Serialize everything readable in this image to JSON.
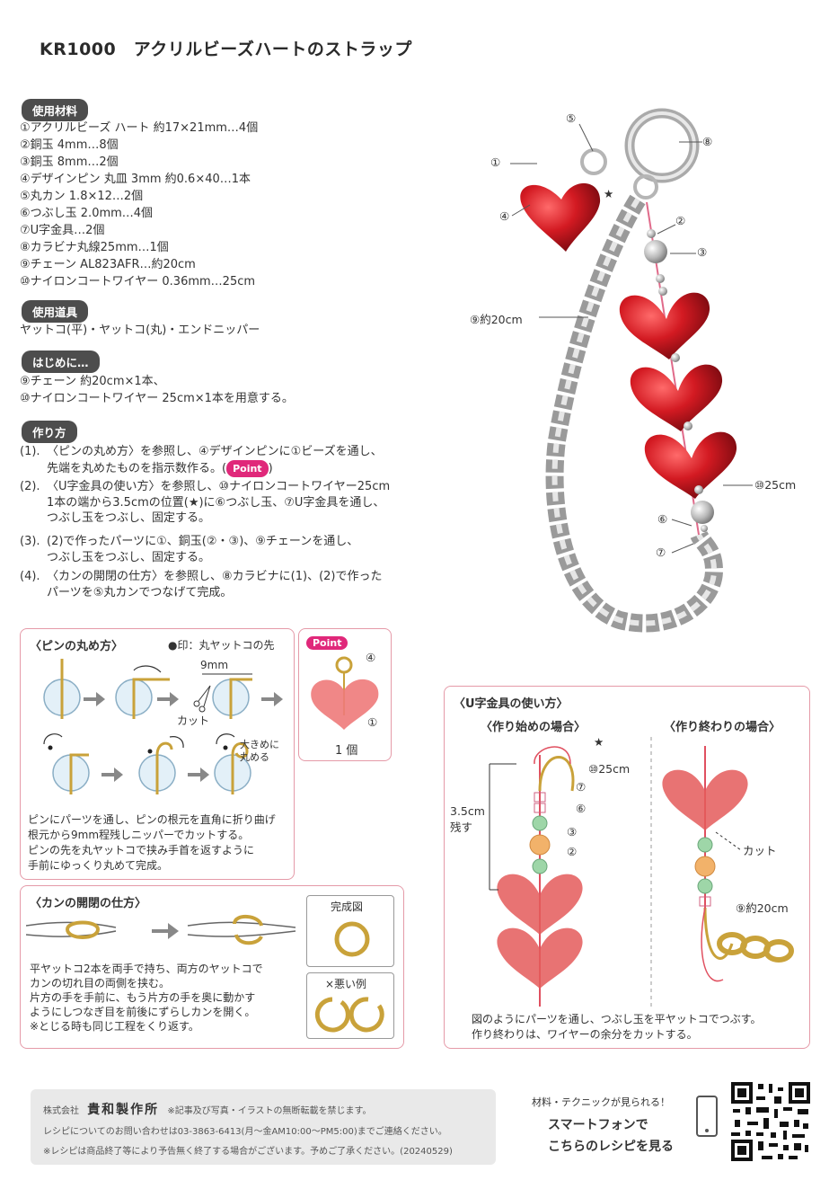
{
  "title": "KR1000　アクリルビーズハートのストラップ",
  "materials": {
    "heading": "使用材料",
    "items": [
      "①アクリルビーズ ハート 約17×21mm…4個",
      "②銅玉 4mm…8個",
      "③銅玉 8mm…2個",
      "④デザインピン 丸皿 3mm 約0.6×40…1本",
      "⑤丸カン 1.8×12…2個",
      "⑥つぶし玉 2.0mm…4個",
      "⑦U字金具…2個",
      "⑧カラビナ丸線25mm…1個",
      "⑨チェーン AL823AFR…約20cm",
      "⑩ナイロンコートワイヤー 0.36mm…25cm"
    ]
  },
  "tools": {
    "heading": "使用道具",
    "text": "ヤットコ(平)・ヤットコ(丸)・エンドニッパー"
  },
  "intro": {
    "heading": "はじめに…",
    "lines": [
      "⑨チェーン 約20cm×1本、",
      "⑩ナイロンコートワイヤー 25cm×1本を用意する。"
    ]
  },
  "howto": {
    "heading": "作り方",
    "steps": [
      {
        "num": "(1).",
        "l1": "〈ピンの丸め方〉を参照し、④デザインピンに①ビーズを通し、",
        "l2": "先端を丸めたものを指示数作る。(",
        "pill": "Point",
        "l2end": ")"
      },
      {
        "num": "(2).",
        "l1": "〈U字金具の使い方〉を参照し、⑩ナイロンコートワイヤー25cm",
        "l2": "1本の端から3.5cmの位置(★)に⑥つぶし玉、⑦U字金具を通し、",
        "l3": "つぶし玉をつぶし、固定する。"
      },
      {
        "num": "(3).",
        "l1": "(2)で作ったパーツに①、銅玉(②・③)、⑨チェーンを通し、",
        "l2": "つぶし玉をつぶし、固定する。"
      },
      {
        "num": "(4).",
        "l1": "〈カンの開閉の仕方〉を参照し、⑧カラビナに(1)、(2)で作った",
        "l2": "パーツを⑤丸カンでつなげて完成。"
      }
    ]
  },
  "photo_labels": {
    "l1": "①",
    "l2": "②",
    "l3": "③",
    "l4": "④",
    "l5": "⑤",
    "l6": "⑥",
    "l7": "⑦",
    "l8": "⑧",
    "star": "★",
    "chain": "⑨約20cm",
    "wire": "⑩25cm"
  },
  "pin_box": {
    "title": "〈ピンの丸め方〉",
    "note": "●印：丸ヤットコの先",
    "dim": "9mm",
    "cut": "カット",
    "big": [
      "大きめに",
      "丸める"
    ],
    "desc": [
      "ピンにパーツを通し、ピンの根元を直角に折り曲げ",
      "根元から9mm程残しニッパーでカットする。",
      "ピンの先を丸ヤットコで挟み手首を返すように",
      "手前にゆっくり丸めて完成。"
    ]
  },
  "point_box": {
    "pill": "Point",
    "l4": "④",
    "l1": "①",
    "qty": "1 個"
  },
  "ring_box": {
    "title": "〈カンの開閉の仕方〉",
    "desc": [
      "平ヤットコ2本を両手で持ち、両方のヤットコで",
      "カンの切れ目の両側を挟む。",
      "片方の手を手前に、もう片方の手を奥に動かす",
      "ようにしつなぎ目を前後にずらしカンを開く。",
      "※とじる時も同じ工程をくり返す。"
    ],
    "done": "完成図",
    "bad": "×悪い例"
  },
  "u_box": {
    "title": "〈U字金具の使い方〉",
    "start": "〈作り始めの場合〉",
    "end": "〈作り終わりの場合〉",
    "star": "★",
    "wire": "⑩25cm",
    "l7": "⑦",
    "l6": "⑥",
    "l3": "③",
    "l2": "②",
    "leave1": "3.5cm",
    "leave2": "残す",
    "cut": "カット",
    "chain": "⑨約20cm",
    "desc": [
      "図のようにパーツを通し、つぶし玉を平ヤットコでつぶす。",
      "作り終わりは、ワイヤーの余分をカットする。"
    ]
  },
  "footer": {
    "company": "株式会社",
    "brand": "貴和製作所",
    "notice": "※記事及び写真・イラストの無断転載を禁じます。",
    "contact": "レシピについてのお問い合わせは03-3863-6413(月〜金AM10:00〜PM5:00)までご連絡ください。",
    "end_notice": "※レシピは商品終了等により予告無く終了する場合がございます。予めご了承ください。(20240529)"
  },
  "qr_block": {
    "caption": "材料・テクニックが見られる！",
    "line1": "スマートフォンで",
    "line2": "こちらのレシピを見る"
  },
  "colors": {
    "accent_pink": "#e0287a",
    "box_border": "#e59aa8",
    "heading_bg": "#4d4d4d",
    "heart_red": "#c8141e"
  }
}
